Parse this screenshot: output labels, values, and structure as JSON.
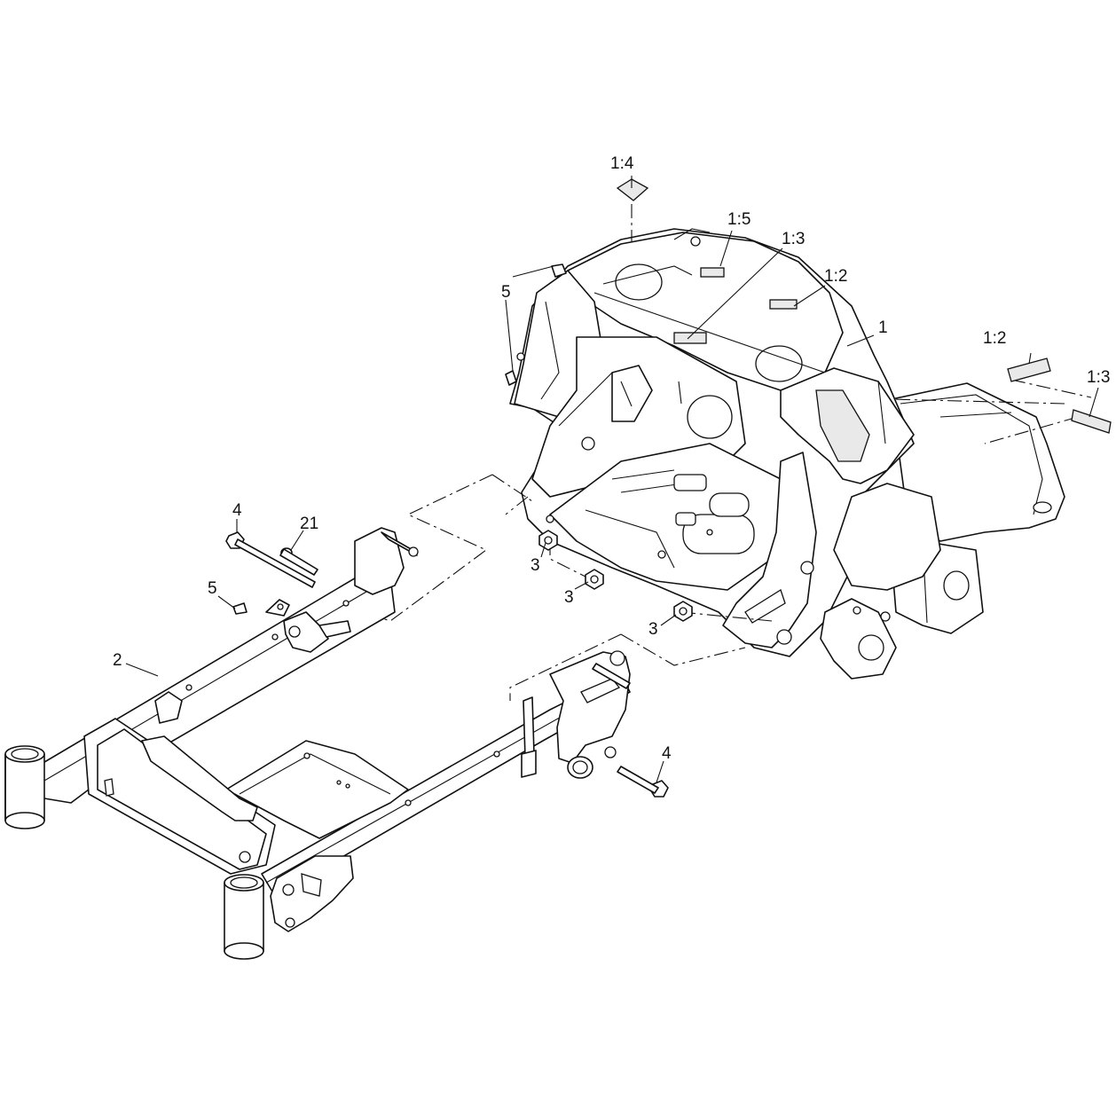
{
  "diagram": {
    "callouts": [
      {
        "id": "c-1-4",
        "text": "1:4"
      },
      {
        "id": "c-1-5",
        "text": "1:5"
      },
      {
        "id": "c-1-3-top",
        "text": "1:3"
      },
      {
        "id": "c-1-2-top",
        "text": "1:2"
      },
      {
        "id": "c-1",
        "text": "1"
      },
      {
        "id": "c-5-top",
        "text": "5"
      },
      {
        "id": "c-1-2-right",
        "text": "1:2"
      },
      {
        "id": "c-1-3-right",
        "text": "1:3"
      },
      {
        "id": "c-4-left",
        "text": "4"
      },
      {
        "id": "c-21",
        "text": "21"
      },
      {
        "id": "c-5-mid",
        "text": "5"
      },
      {
        "id": "c-3-a",
        "text": "3"
      },
      {
        "id": "c-3-b",
        "text": "3"
      },
      {
        "id": "c-3-c",
        "text": "3"
      },
      {
        "id": "c-2",
        "text": "2"
      },
      {
        "id": "c-4-right",
        "text": "4"
      }
    ]
  }
}
